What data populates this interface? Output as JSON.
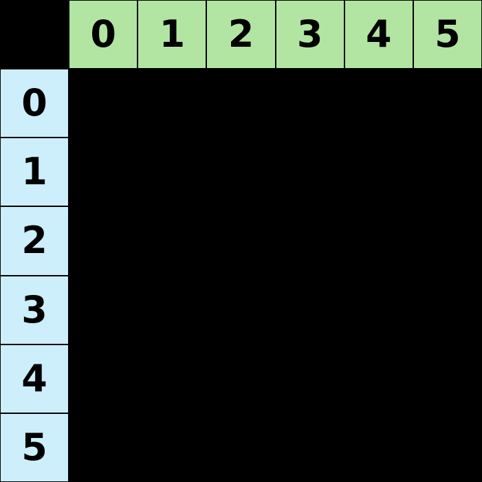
{
  "colors": {
    "header_row_bg": "#b2e5a2",
    "header_col_bg": "#cdeefb",
    "grid_bg": "#000000",
    "cell_bg": "#000000",
    "border": "#000000",
    "text": "#000000"
  },
  "table": {
    "corner_label": "",
    "col_headers": [
      "0",
      "1",
      "2",
      "3",
      "4",
      "5"
    ],
    "row_headers": [
      "0",
      "1",
      "2",
      "3",
      "4",
      "5"
    ]
  },
  "chart_data": {
    "type": "table",
    "title": "",
    "col_headers": [
      "0",
      "1",
      "2",
      "3",
      "4",
      "5"
    ],
    "row_headers": [
      "0",
      "1",
      "2",
      "3",
      "4",
      "5"
    ],
    "cells": [
      [
        "",
        "",
        "",
        "",
        "",
        ""
      ],
      [
        "",
        "",
        "",
        "",
        "",
        ""
      ],
      [
        "",
        "",
        "",
        "",
        "",
        ""
      ],
      [
        "",
        "",
        "",
        "",
        "",
        ""
      ],
      [
        "",
        "",
        "",
        "",
        "",
        ""
      ],
      [
        "",
        "",
        "",
        "",
        "",
        ""
      ]
    ],
    "layout": {
      "rows": 7,
      "cols": 7,
      "cell_size_px": 100,
      "header_row_position": "top",
      "header_col_position": "left",
      "body_fill": "#000000",
      "grid_lines": "2px black between header cells"
    }
  }
}
